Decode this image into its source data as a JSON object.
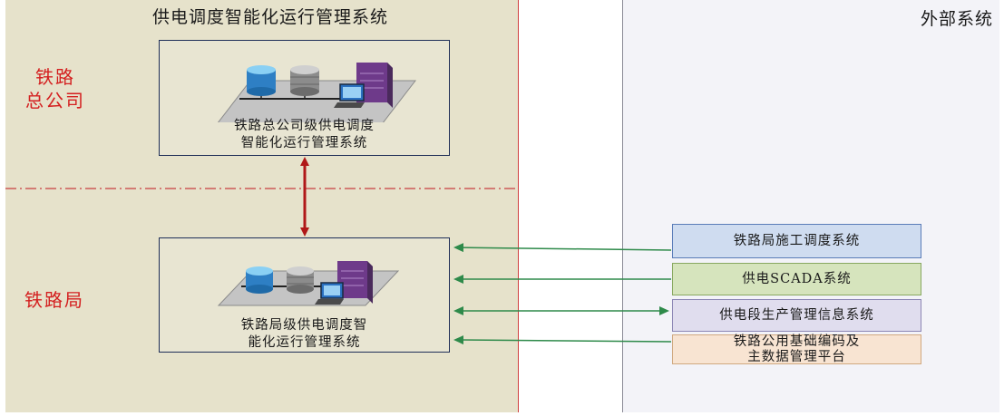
{
  "left_panel": {
    "title": "供电调度智能化运行管理系统"
  },
  "right_panel": {
    "title": "外部系统"
  },
  "levels": {
    "hq": {
      "line1": "铁路",
      "line2": "总公司"
    },
    "bureau": {
      "label": "铁路局"
    }
  },
  "systems": {
    "hq": {
      "line1": "铁路总公司级供电调度",
      "line2": "智能化运行管理系统"
    },
    "bureau": {
      "line1": "铁路局级供电调度智",
      "line2": "能化运行管理系统"
    }
  },
  "external_systems": [
    {
      "label": "铁路局施工调度系统",
      "direction": "inbound"
    },
    {
      "label": "供电SCADA系统",
      "direction": "inbound"
    },
    {
      "label": "供电段生产管理信息系统",
      "direction": "bidirectional"
    },
    {
      "line1": "铁路公用基础编码及",
      "line2": "主数据管理平台",
      "direction": "inbound"
    }
  ],
  "colors": {
    "left_bg": "#e6e2cb",
    "right_bg": "#f3f3f8",
    "level_text": "#d42020",
    "vertical_link": "#b01818",
    "external_links": "#2e8a4a"
  }
}
